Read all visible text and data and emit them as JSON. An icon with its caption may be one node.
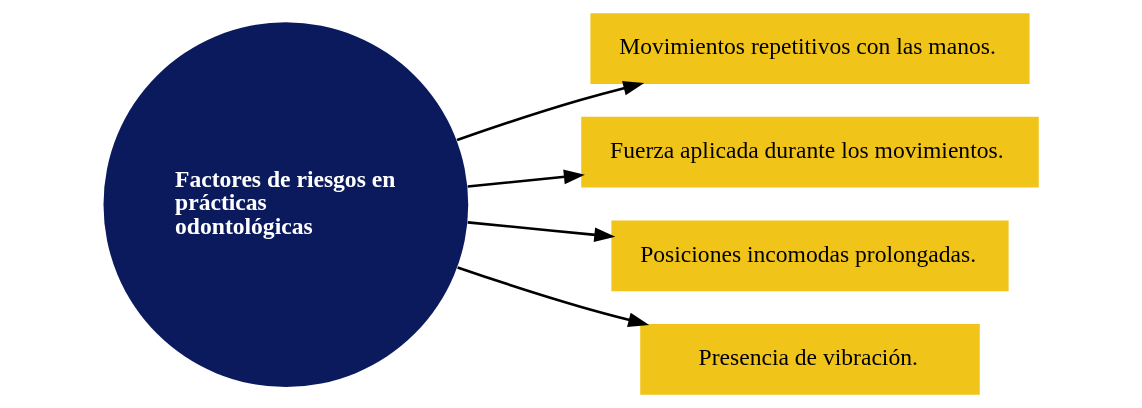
{
  "diagram": {
    "nodes": [
      {
        "text": [
          "Factores de riesgos en prácticas odontológicas"
        ]
      },
      {
        "text": [
          "Movimientos repetitivos con las manos."
        ]
      },
      {
        "text": [
          "Fuerza aplicada durante los movimientos."
        ]
      },
      {
        "text": [
          "Posiciones incomodas prolongadas."
        ]
      },
      {
        "text": [
          "Presencia de vibración."
        ]
      }
    ],
    "edges": [
      {
        "from": 0,
        "to": 1,
        "arrow": "to"
      },
      {
        "from": 0,
        "to": 2,
        "arrow": "to"
      },
      {
        "from": 0,
        "to": 3,
        "arrow": "to"
      },
      {
        "from": 0,
        "to": 4,
        "arrow": "to"
      }
    ]
  }
}
